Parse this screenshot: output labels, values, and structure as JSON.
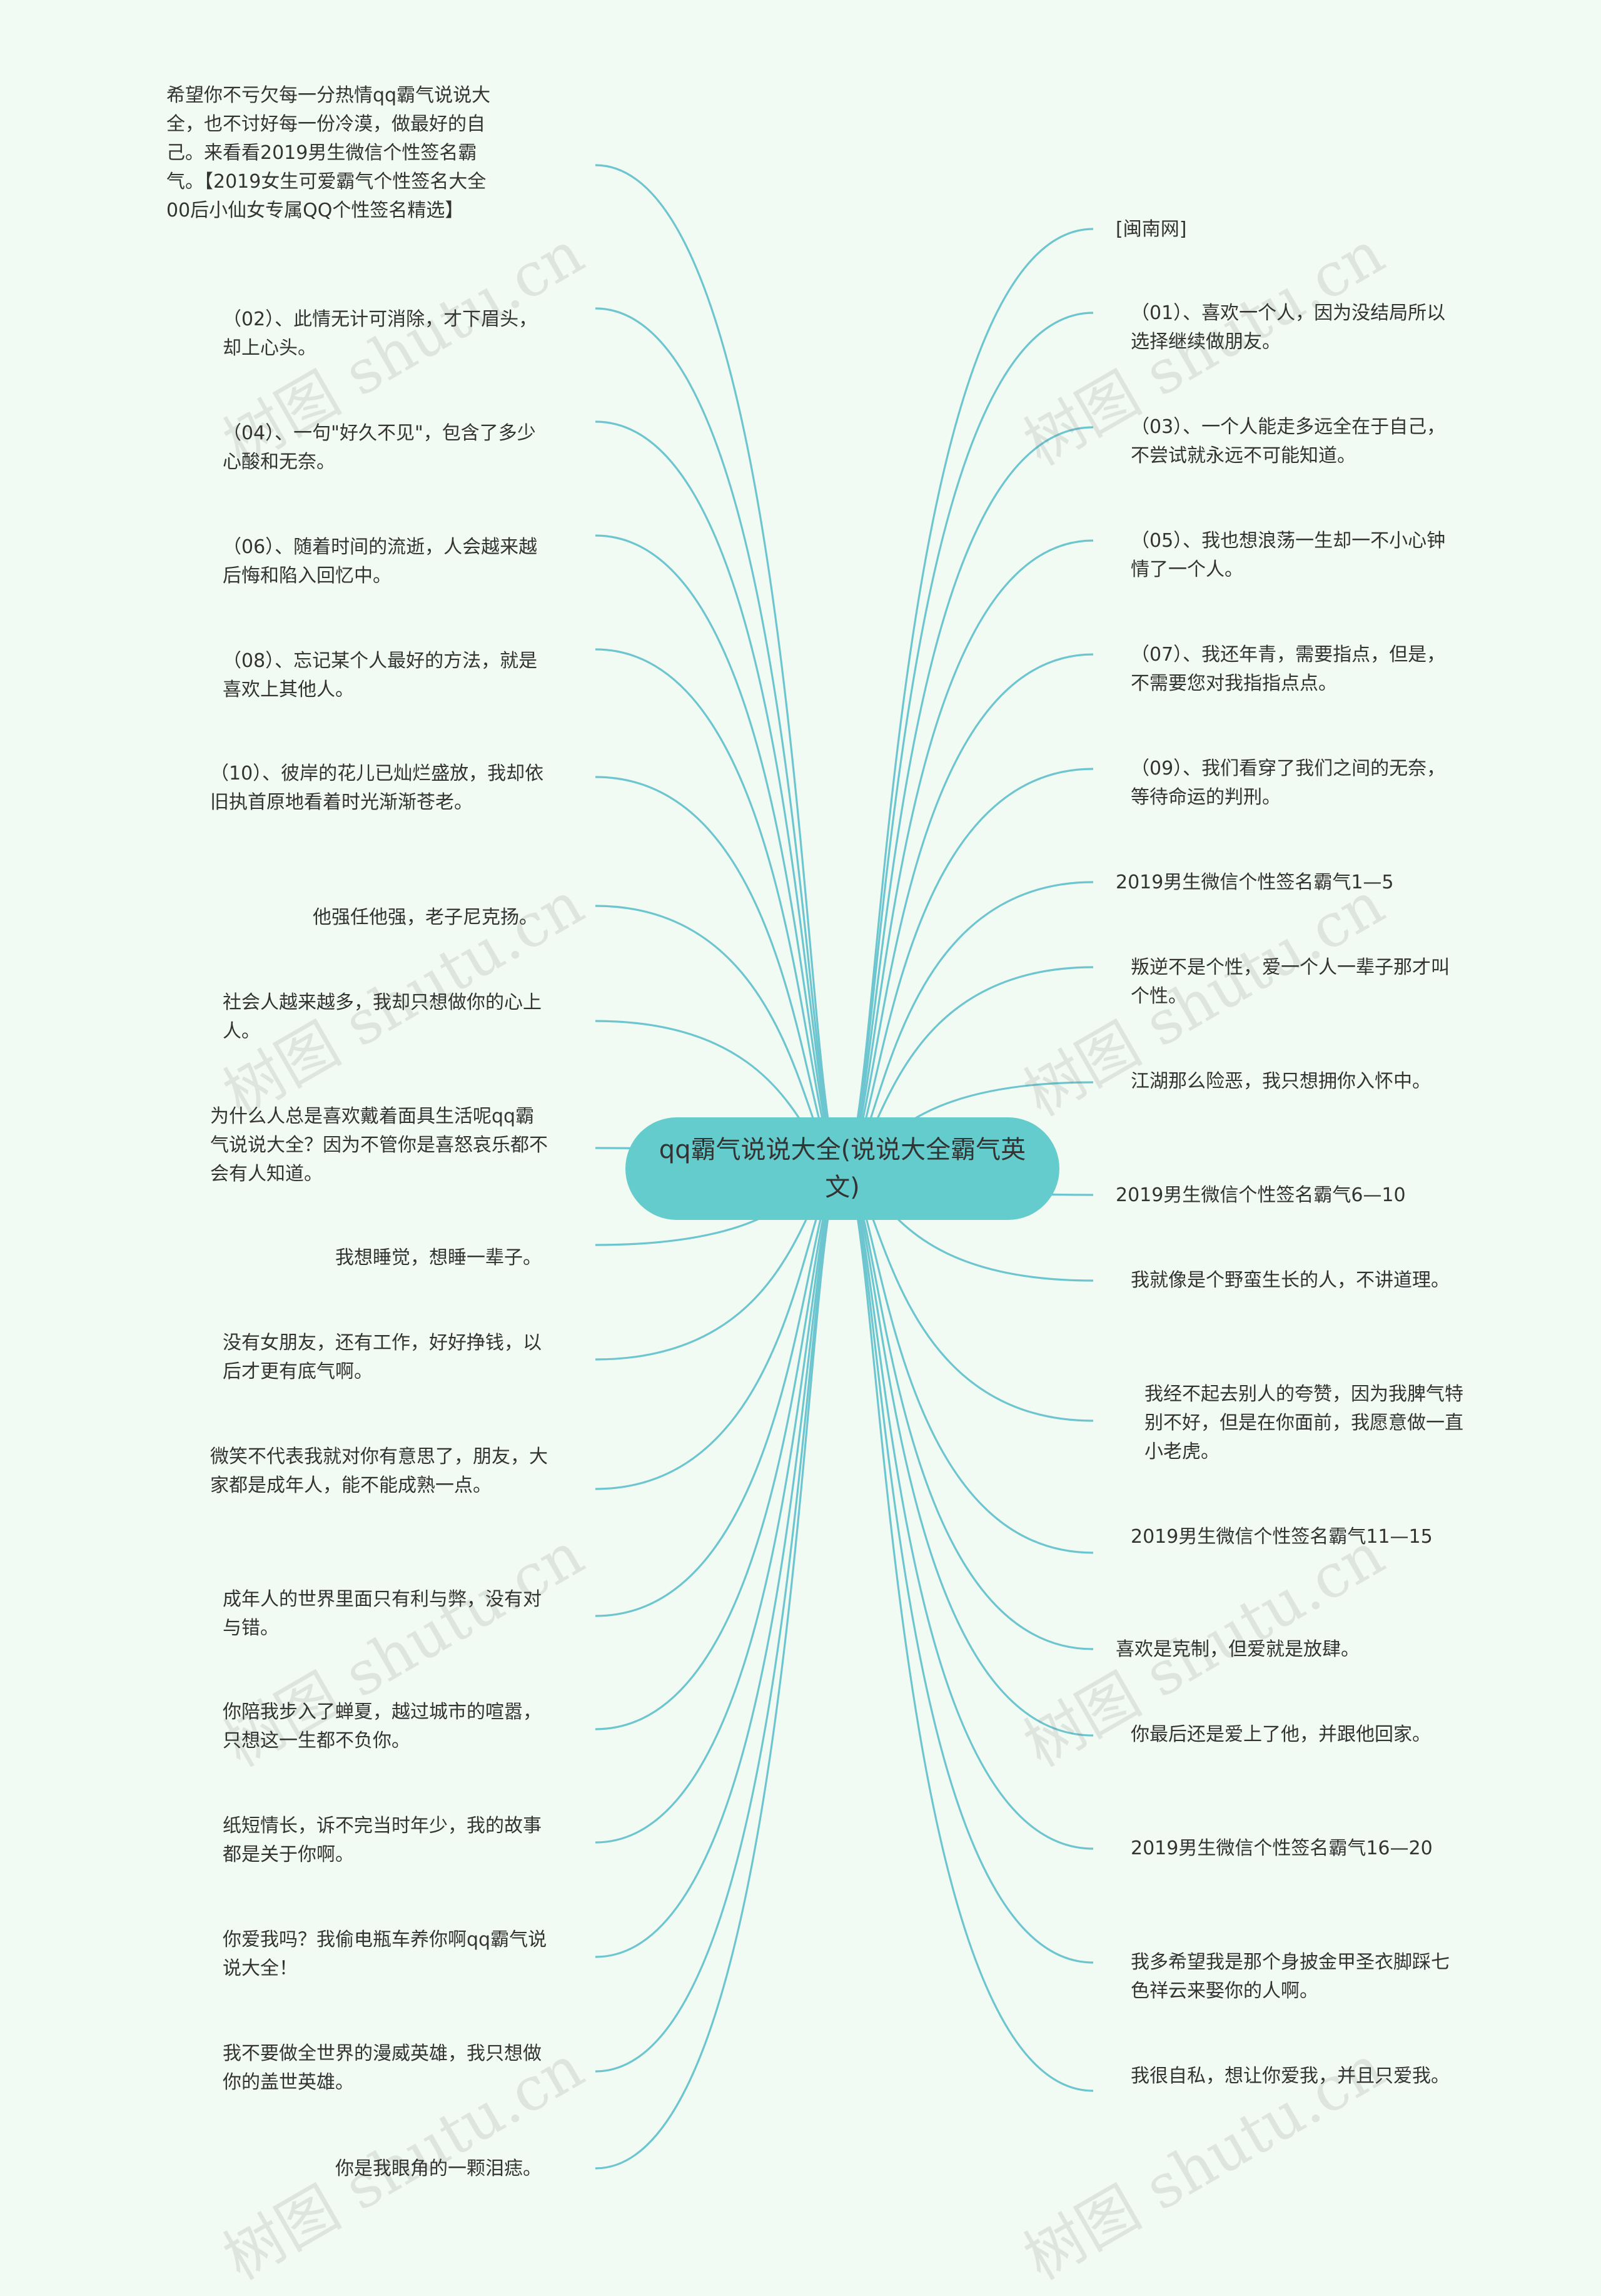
{
  "colors": {
    "background": "#f2fbf3",
    "center_fill": "#64cccc",
    "link": "#6cc5cf"
  },
  "watermark": "树图 shutu.cn",
  "center": {
    "title": "qq霸气说说大全(说说大全霸气英文)"
  },
  "left": [
    "希望你不亏欠每一分热情qq霸气说说大全，也不讨好每一份冷漠，做最好的自己。来看看2019男生微信个性签名霸气。【2019女生可爱霸气个性签名大全 00后小仙女专属QQ个性签名精选】",
    "（02）、此情无计可消除，才下眉头，却上心头。",
    "（04）、一句\"好久不见\"，包含了多少心酸和无奈。",
    "（06）、随着时间的流逝，人会越来越后悔和陷入回忆中。",
    "（08）、忘记某个人最好的方法，就是喜欢上其他人。",
    "（10）、彼岸的花儿已灿烂盛放，我却依旧执首原地看着时光渐渐苍老。",
    "他强任他强，老子尼克扬。",
    "社会人越来越多，我却只想做你的心上人。",
    "为什么人总是喜欢戴着面具生活呢qq霸气说说大全？因为不管你是喜怒哀乐都不会有人知道。",
    "我想睡觉，想睡一辈子。",
    "没有女朋友，还有工作，好好挣钱，以后才更有底气啊。",
    "微笑不代表我就对你有意思了，朋友，大家都是成年人，能不能成熟一点。",
    "成年人的世界里面只有利与弊，没有对与错。",
    "你陪我步入了蝉夏，越过城市的喧嚣，只想这一生都不负你。",
    "纸短情长，诉不完当时年少，我的故事都是关于你啊。",
    "你爱我吗？我偷电瓶车养你啊qq霸气说说大全！",
    "我不要做全世界的漫威英雄，我只想做你的盖世英雄。",
    "你是我眼角的一颗泪痣。"
  ],
  "right": [
    "[闽南网]",
    "（01）、喜欢一个人，因为没结局所以选择继续做朋友。",
    "（03）、一个人能走多远全在于自己，不尝试就永远不可能知道。",
    "（05）、我也想浪荡一生却一不小心钟情了一个人。",
    "（07）、我还年青，需要指点，但是，不需要您对我指指点点。",
    "（09）、我们看穿了我们之间的无奈，等待命运的判刑。",
    "2019男生微信个性签名霸气1—5",
    "叛逆不是个性，爱一个人一辈子那才叫个性。",
    "江湖那么险恶，我只想拥你入怀中。",
    "2019男生微信个性签名霸气6—10",
    "我就像是个野蛮生长的人，不讲道理。",
    "我经不起去别人的夸赞，因为我脾气特别不好，但是在你面前，我愿意做一直小老虎。",
    "2019男生微信个性签名霸气11—15",
    "喜欢是克制，但爱就是放肆。",
    "你最后还是爱上了他，并跟他回家。",
    "2019男生微信个性签名霸气16—20",
    "我多希望我是那个身披金甲圣衣脚踩七色祥云来娶你的人啊。",
    "我很自私，想让你爱我，并且只爱我。"
  ]
}
